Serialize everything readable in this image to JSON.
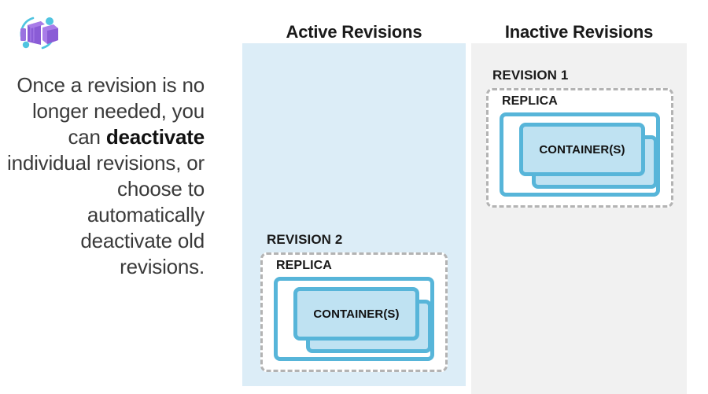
{
  "icon": {
    "name": "azure-container-apps-icon",
    "colors": {
      "box_primary": "#8a5cd6",
      "box_light": "#a87ce8",
      "box_dark": "#7a4fc4",
      "orbit": "#50c4e0"
    }
  },
  "description": {
    "prefix": "Once a revision is no longer needed, you can ",
    "emphasis": "deactivate",
    "suffix": " individual revisions, or choose to automatically deactivate old revisions."
  },
  "columns": [
    {
      "id": "active",
      "heading": "Active Revisions",
      "background_color": "#dcedf7"
    },
    {
      "id": "inactive",
      "heading": "Inactive Revisions",
      "background_color": "#f1f1f1"
    }
  ],
  "revisions": [
    {
      "id": "revision-1",
      "label": "REVISION 1",
      "column": "inactive",
      "replica_label": "REPLICA",
      "container_label": "CONTAINER(S)",
      "container_count": 2
    },
    {
      "id": "revision-2",
      "label": "REVISION 2",
      "column": "active",
      "replica_label": "REPLICA",
      "container_label": "CONTAINER(S)",
      "container_count": 2
    }
  ],
  "colors": {
    "blue_border": "#57b5d9",
    "blue_fill": "#bfe2f2",
    "dashed_border": "#b3b3b3",
    "text": "#1a1a1a"
  }
}
